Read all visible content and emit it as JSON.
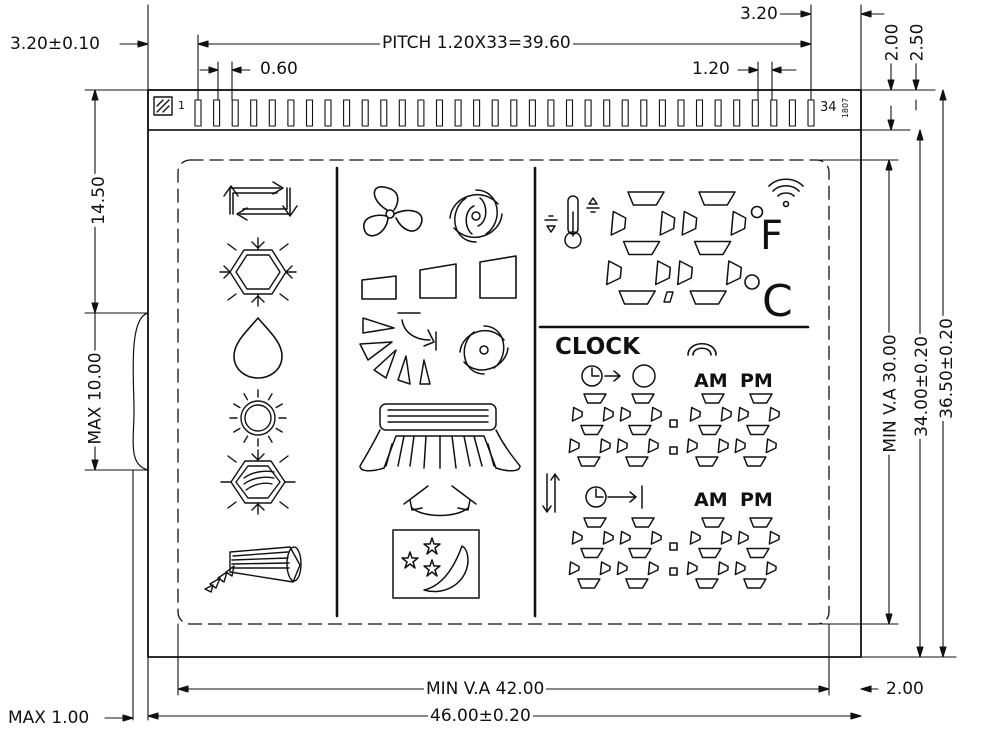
{
  "dimensions": {
    "pin_offset_left": "3.20±0.10",
    "pitch": "PITCH 1.20X33=39.60",
    "pin_width": "0.60",
    "pin_pitch": "1.20",
    "pin_offset_right": "3.20",
    "top_margin_a": "2.00",
    "top_margin_b": "2.50",
    "left_height": "14.50",
    "max_thickness": "MAX 10.00",
    "min_va_height": "MIN V.A 30.00",
    "height_inner": "34.00±0.20",
    "height_outer": "36.50±0.20",
    "min_va_width": "MIN V.A 42.00",
    "right_margin": "2.00",
    "max_lead": "MAX 1.00",
    "total_width": "46.00±0.20"
  },
  "pins": {
    "first": "1",
    "last": "34",
    "code": "1807"
  },
  "lcd": {
    "clock_label": "CLOCK",
    "am_1": "AM",
    "pm_1": "PM",
    "am_2": "AM",
    "pm_2": "PM",
    "unit_f": "F",
    "unit_c": "C"
  }
}
